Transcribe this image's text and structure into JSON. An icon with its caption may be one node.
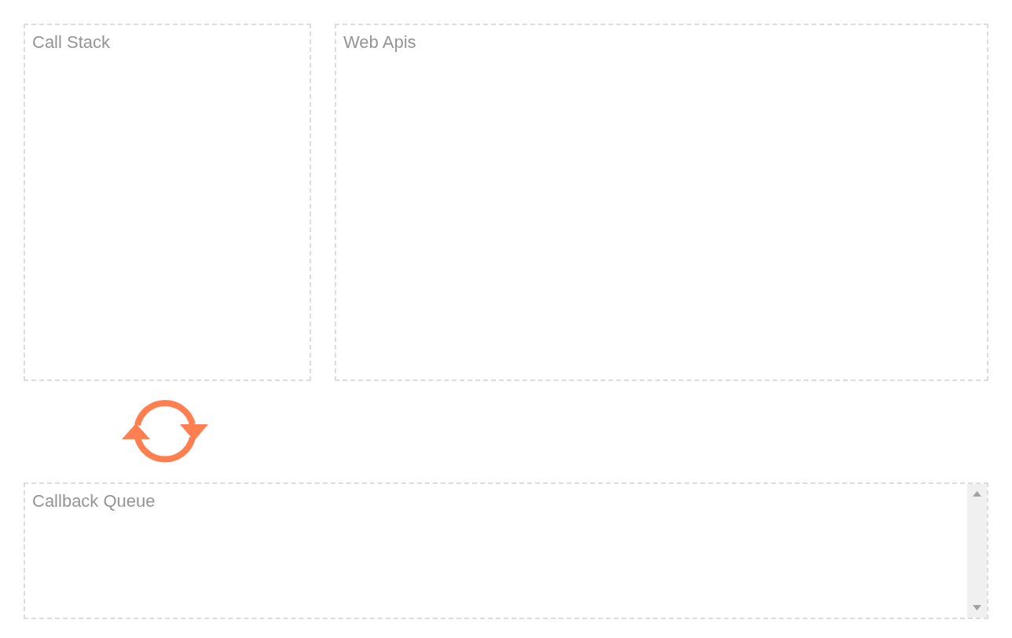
{
  "diagram": {
    "nodes": [
      {
        "text": [
          "Call Stack"
        ]
      },
      {
        "text": [
          "Web Apis"
        ]
      },
      {
        "text": [
          "Callback Queue"
        ]
      }
    ]
  }
}
